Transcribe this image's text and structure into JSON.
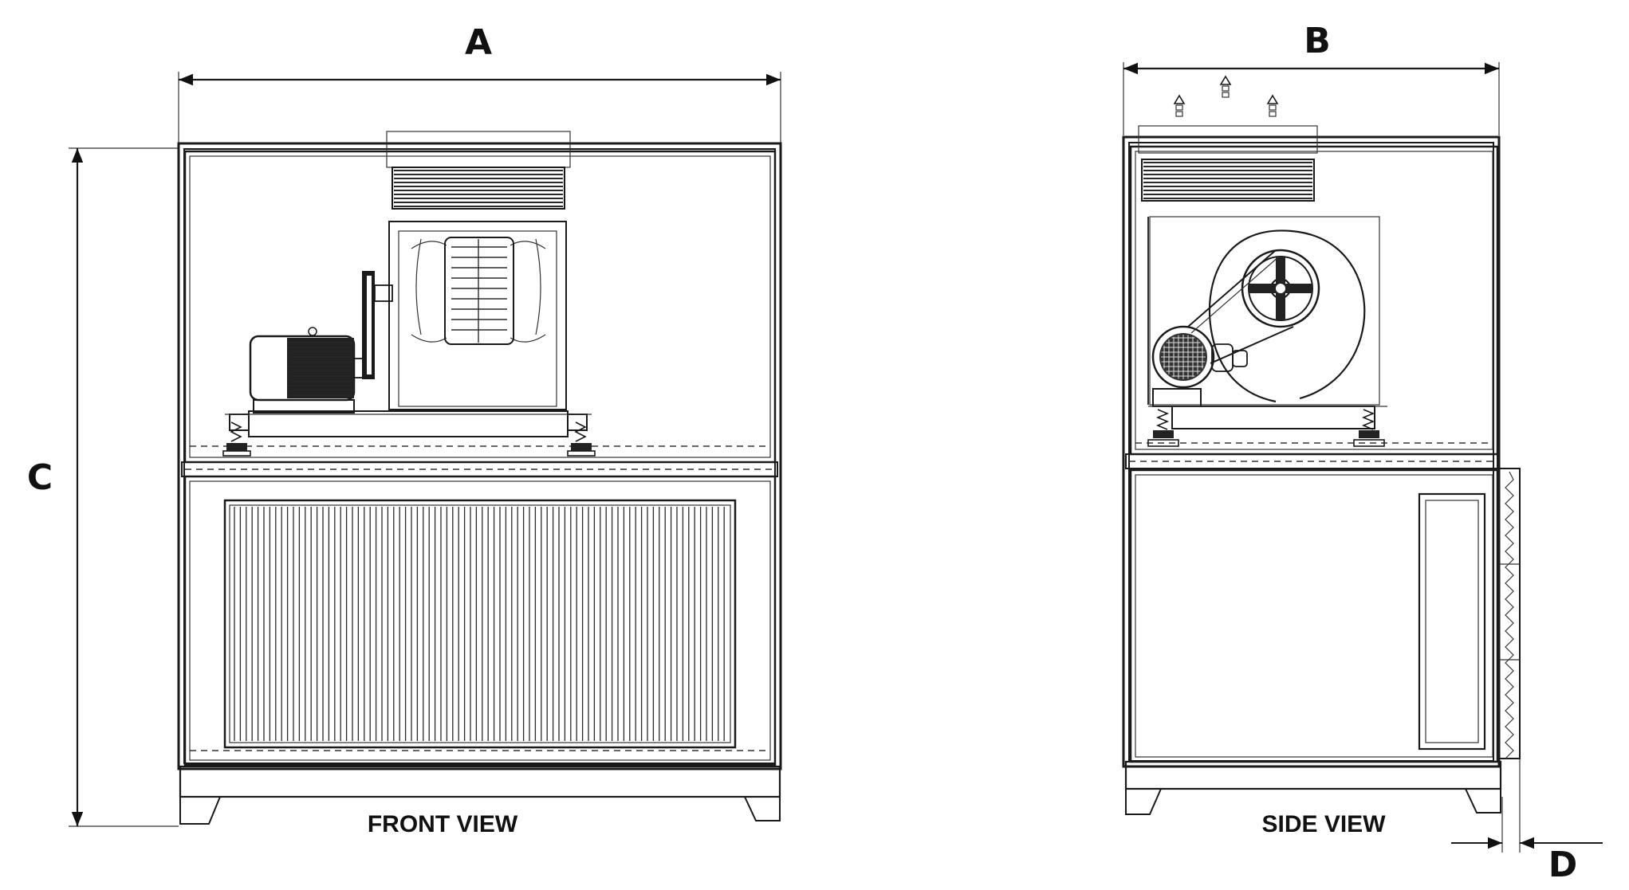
{
  "dimensions": {
    "a_label": "A",
    "b_label": "B",
    "c_label": "C",
    "d_label": "D"
  },
  "views": {
    "front_caption": "FRONT VIEW",
    "side_caption": "SIDE VIEW"
  },
  "colors": {
    "line": "#1a1a1a",
    "background": "#ffffff"
  }
}
